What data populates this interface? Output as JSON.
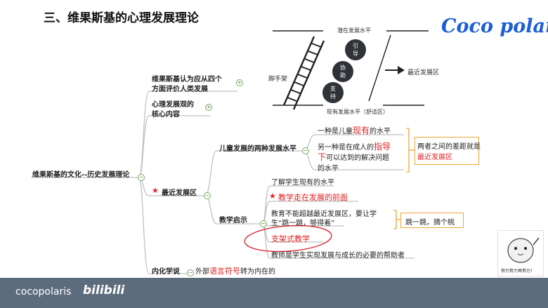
{
  "header": {
    "title": "三、维果斯基的心理发展理论",
    "logo": "Coco polaris"
  },
  "diagram": {
    "top_label": "潜在发展水平",
    "bottom_label": "现有发展水平（舒适区）",
    "scaffold_label": "脚手架",
    "nodes": [
      "引导",
      "协助",
      "支持"
    ],
    "arrow_label": "最近发展区"
  },
  "mindmap": {
    "root": "维果斯基的文化--历史发展理论",
    "branch1": [
      "维果斯基认为应从四个",
      "方面评价人类发展"
    ],
    "branch2": [
      "心理发展观的",
      "核心内容"
    ],
    "branch3": "最近发展区",
    "branch4": "内化学说",
    "branch4_text": {
      "pre": "外部",
      "highlight": "语言符号",
      "post": "转为内在的"
    },
    "levels": {
      "label": "儿童发展的两种发展水平",
      "item1": {
        "pre": "一种是儿童",
        "highlight": "现有",
        "post": "的水平"
      },
      "item2": {
        "line1_pre": "另一种是在成人的",
        "line1_highlight": "指导",
        "line2_highlight": "下",
        "line2_post": "可以达到的解决问题",
        "line3": "的水平"
      },
      "note_line1": "两者之间的差距就是",
      "note_line2": "最近发展区"
    },
    "teaching": {
      "label": "教学启示",
      "items": [
        "了解学生现有的水平",
        "教学走在发展的前面",
        "教育不能超越最近发展区，要让学",
        "生“跳一跳，够得着”",
        "支架式教学",
        "教师是学生实现发展与成长的必要的帮助者"
      ],
      "note": "跳一跳，摘个桃"
    }
  },
  "footer": {
    "brand": "cocopolaris",
    "site": "bilibili",
    "sticker_caption": "努力努力再努力！"
  },
  "colors": {
    "highlight": "#e02020",
    "line": "#bfbfbf",
    "expander": "#7aa35e",
    "footer": "#5d6c7d"
  }
}
